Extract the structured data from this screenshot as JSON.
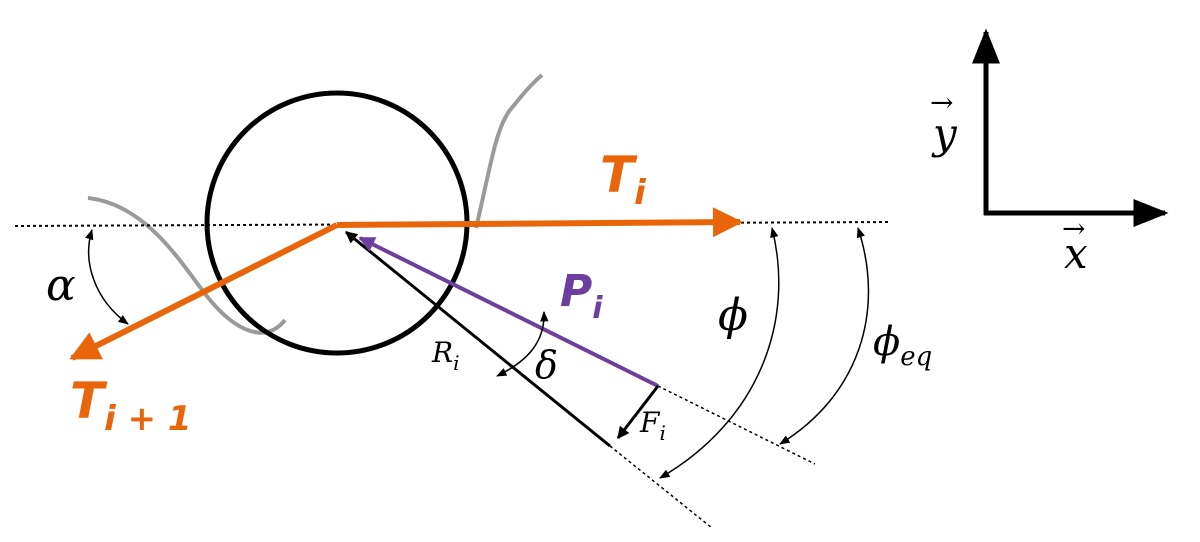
{
  "labels": {
    "T_i": {
      "base": "T",
      "sub": "i"
    },
    "T_i_plus_1": {
      "base": "T",
      "sub": "i + 1"
    },
    "P_i": {
      "base": "P",
      "sub": "i"
    },
    "R_i": {
      "base": "R",
      "sub": "i"
    },
    "F_i": {
      "base": "F",
      "sub": "i"
    },
    "alpha": "α",
    "delta": "δ",
    "phi": "ϕ",
    "phi_eq": {
      "base": "ϕ",
      "sub": "eq"
    },
    "y_axis": "y",
    "x_axis": "x",
    "vector_arrow": "→"
  },
  "colors": {
    "tension": "#e8650a",
    "force": "#6a3fa0",
    "black": "#000000",
    "wire": "#9a9a9a"
  }
}
